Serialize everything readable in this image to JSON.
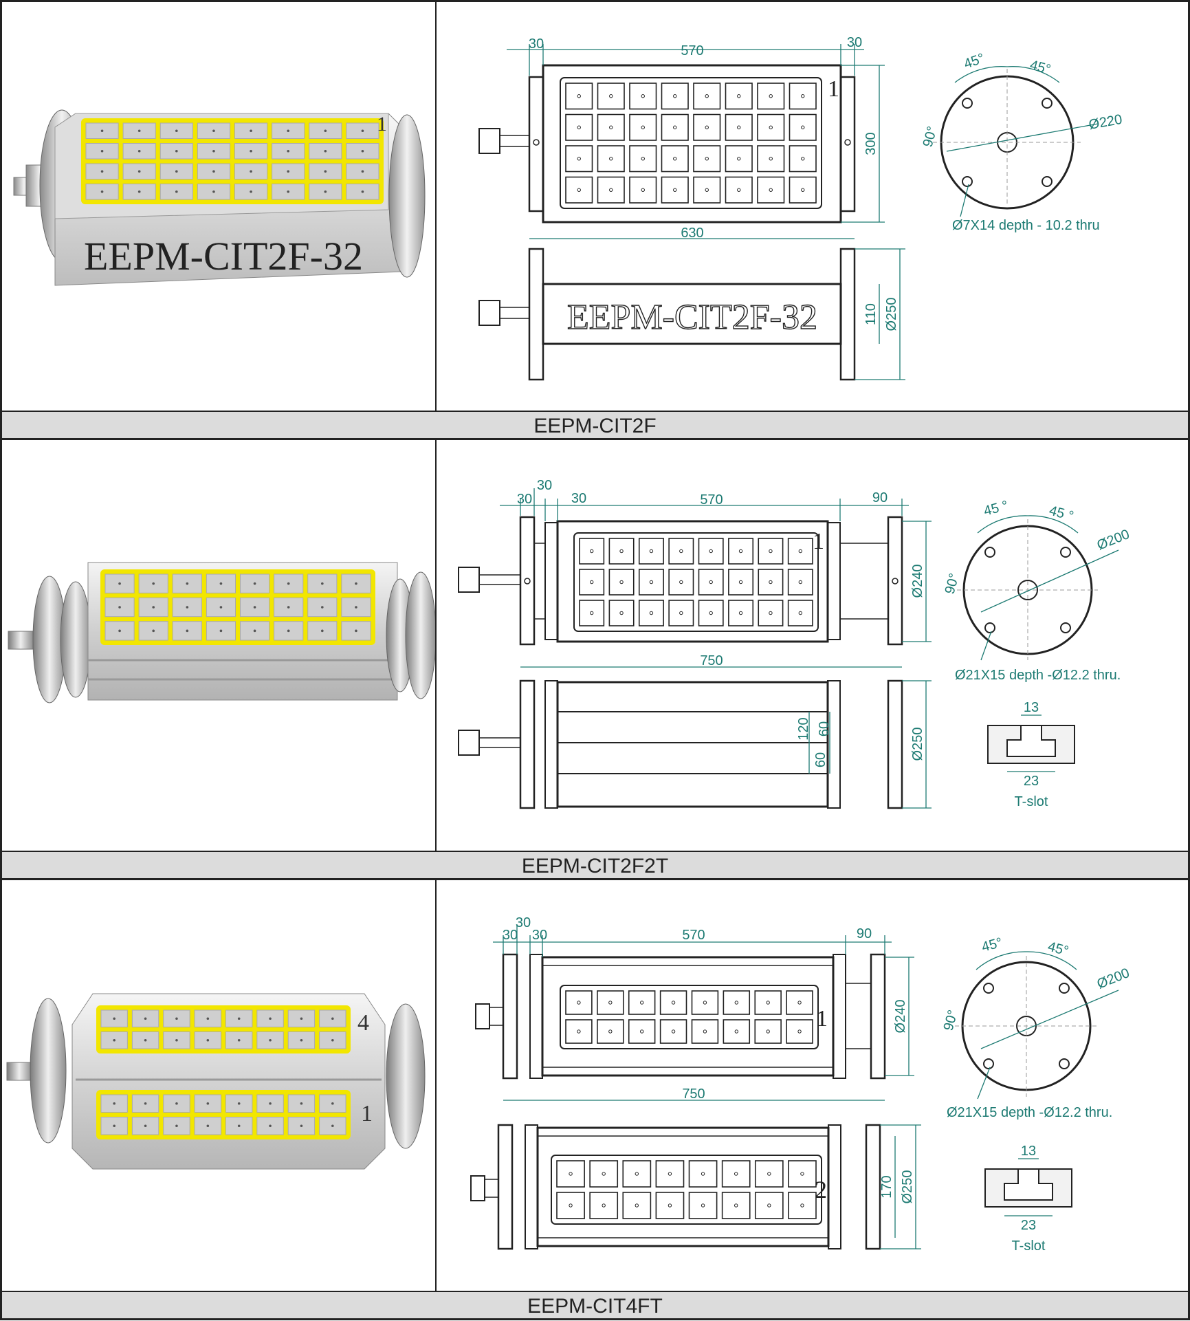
{
  "colors": {
    "magnet_yellow": "#f2e600",
    "dimension": "#1c7a72",
    "steel_light": "#eeeeee",
    "steel_dark": "#9a9a9a",
    "caption_bg": "#dcdcdc"
  },
  "rows": [
    {
      "caption": "EEPM-CIT2F",
      "photo": {
        "engraving": "EEPM-CIT2F-32",
        "face_number": "1",
        "grid_rows": 4,
        "grid_cols": 8
      },
      "top_view": {
        "dim_left": "30",
        "dim_center": "570",
        "dim_right": "30",
        "dim_width": "300",
        "dim_total": "630",
        "face_number": "1"
      },
      "side_view": {
        "engraving": "EEPM-CIT2F-32",
        "dim_height": "110",
        "dim_diameter": "Ø250"
      },
      "flange": {
        "angle_a": "45°",
        "angle_b": "45°",
        "angle_c": "90°",
        "diameter": "Ø220",
        "hole_note": "Ø7X14 depth - 10.2 thru"
      }
    },
    {
      "caption": "EEPM-CIT2F2T",
      "photo": {
        "grid_rows": 3,
        "grid_cols": 8
      },
      "top_view": {
        "dim_a": "30",
        "dim_b": "30",
        "dim_c": "30",
        "dim_center": "570",
        "dim_right": "90",
        "dim_width": "Ø240",
        "dim_total": "750",
        "face_number": "1"
      },
      "side_view": {
        "dim_120": "120",
        "dim_60a": "60",
        "dim_60b": "60",
        "dim_diameter": "Ø250"
      },
      "flange": {
        "angle_a": "45 °",
        "angle_b": "45 °",
        "angle_c": "90°",
        "diameter": "Ø200",
        "hole_note": "Ø21X15 depth -Ø12.2 thru."
      },
      "tslot": {
        "top": "13",
        "bottom": "23",
        "label": "T-slot"
      }
    },
    {
      "caption": "EEPM-CIT4FT",
      "photo": {
        "face_top": "4",
        "face_front": "1",
        "grid_rows": 2,
        "grid_cols": 8
      },
      "top_view": {
        "dim_a": "30",
        "dim_b": "30",
        "dim_c": "30",
        "dim_center": "570",
        "dim_right": "90",
        "dim_width": "Ø240",
        "dim_total": "750",
        "face_number": "1"
      },
      "side_view": {
        "dim_height": "170",
        "dim_diameter": "Ø250",
        "face_number": "2"
      },
      "flange": {
        "angle_a": "45°",
        "angle_b": "45°",
        "angle_c": "90°",
        "diameter": "Ø200",
        "hole_note": "Ø21X15 depth -Ø12.2 thru."
      },
      "tslot": {
        "top": "13",
        "bottom": "23",
        "label": "T-slot"
      }
    }
  ]
}
